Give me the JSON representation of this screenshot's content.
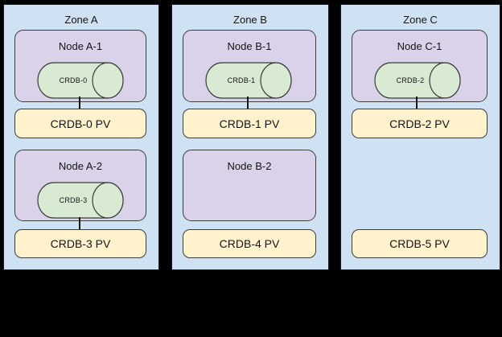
{
  "diagram": {
    "description": "CockroachDB multi-zone node and persistent volume topology",
    "colors": {
      "canvas_bg": "#000000",
      "zone_fill": "#cfe2f3",
      "node_fill": "#d9d2e9",
      "disk_fill": "#d9ead3",
      "pv_fill": "#fff2cc",
      "outline": "#000000"
    },
    "zones": [
      {
        "label": "Zone A",
        "nodes": [
          {
            "label": "Node A-1",
            "disk": "CRDB-0",
            "pv": "CRDB-0 PV",
            "connected": true
          },
          {
            "label": "Node A-2",
            "disk": "CRDB-3",
            "pv": "CRDB-3 PV",
            "connected": true
          }
        ]
      },
      {
        "label": "Zone B",
        "nodes": [
          {
            "label": "Node B-1",
            "disk": "CRDB-1",
            "pv": "CRDB-1 PV",
            "connected": true
          },
          {
            "label": "Node B-2",
            "pv": "CRDB-4 PV",
            "connected": false
          }
        ]
      },
      {
        "label": "Zone C",
        "nodes": [
          {
            "label": "Node C-1",
            "disk": "CRDB-2",
            "pv": "CRDB-2 PV",
            "connected": true
          }
        ],
        "unattached_pv": "CRDB-5 PV"
      }
    ]
  }
}
